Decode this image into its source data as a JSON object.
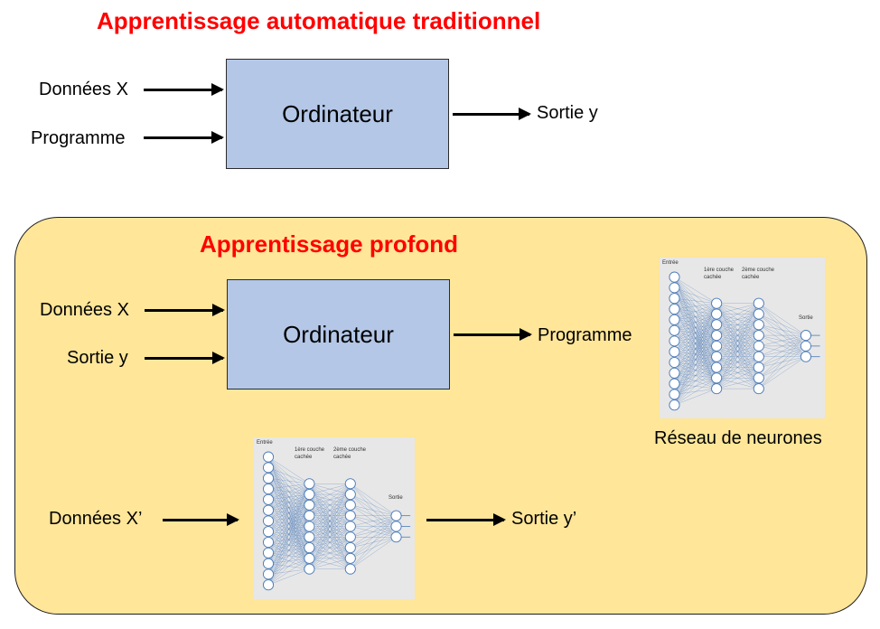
{
  "traditional": {
    "title": "Apprentissage automatique traditionnel",
    "input1": "Données X",
    "input2": "Programme",
    "box": "Ordinateur",
    "output": "Sortie y"
  },
  "deep": {
    "title": "Apprentissage profond",
    "input1": "Données X",
    "input2": "Sortie y",
    "box": "Ordinateur",
    "output": "Programme",
    "network_caption": "Réseau de neurones",
    "inference_input": "Données X’",
    "inference_output": "Sortie y’"
  },
  "network": {
    "input_label": "Entrée",
    "hidden1_label": "1ère couche",
    "hidden2_label": "2ème couche",
    "hidden_sub": "cachée",
    "output_label": "Sortie",
    "layers": [
      13,
      9,
      9,
      3
    ],
    "node_color": "#4a7ab8"
  }
}
